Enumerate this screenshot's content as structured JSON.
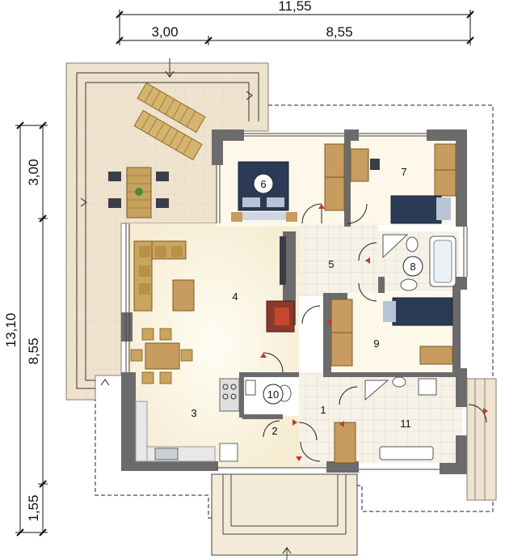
{
  "dimensions": {
    "total_width": "11,55",
    "width_left": "3,00",
    "width_right": "8,55",
    "total_depth": "13,10",
    "depth_top": "3,00",
    "depth_middle": "8,55",
    "depth_bottom": "1,55"
  },
  "rooms": [
    {
      "number": "1"
    },
    {
      "number": "2"
    },
    {
      "number": "3"
    },
    {
      "number": "4"
    },
    {
      "number": "5"
    },
    {
      "number": "6"
    },
    {
      "number": "7"
    },
    {
      "number": "8"
    },
    {
      "number": "9"
    },
    {
      "number": "10"
    },
    {
      "number": "11"
    }
  ],
  "colors": {
    "wall": "#6b6b6b",
    "terrace": "#efe3cf",
    "floor_warm": "#fdf6e3",
    "tile": "#f1ede2",
    "wood": "#c89b5e",
    "bed": "#2b3b55",
    "sofa": "#c9a55e",
    "door_arrow": "#c0392b"
  }
}
